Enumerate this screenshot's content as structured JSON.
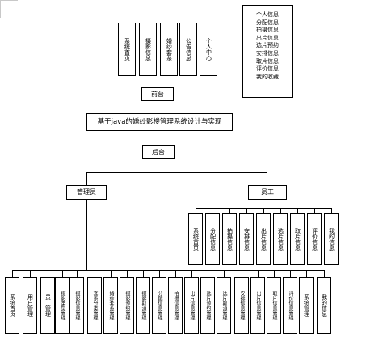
{
  "top_modules": [
    "系统首页",
    "摄影信息",
    "婚纱套系",
    "公告信息",
    "个人中心"
  ],
  "personal_center_items": [
    "个人信息",
    "分配信息",
    "拍摄信息",
    "出片信息",
    "选片预约",
    "安排信息",
    "取片信息",
    "评价信息",
    "我的收藏"
  ],
  "frontend": "前台",
  "system_title": "基于java的婚纱影楼管理系统设计与实现",
  "backend": "后台",
  "admin": "管理员",
  "employee": "员工",
  "employee_modules": [
    "系统首页",
    "分配信息",
    "拍摄信息",
    "安排信息",
    "出片信息",
    "选片信息",
    "取片信息",
    "评价信息",
    "我的信息"
  ],
  "admin_modules": [
    "系统首页",
    "用户管理",
    "员工管理",
    "摄影类型管理",
    "摄影信息管理",
    "套系分类管理",
    "婚纱套系管理",
    "摄影预约管理",
    "摄影取消管理",
    "分配信息管理",
    "拍摄信息管理",
    "出片信息管理",
    "选片预约管理",
    "选片取消管理",
    "安排信息管理",
    "出片信息管理",
    "取片信息管理",
    "评价信息管理",
    "系统管理",
    "我的信息"
  ]
}
